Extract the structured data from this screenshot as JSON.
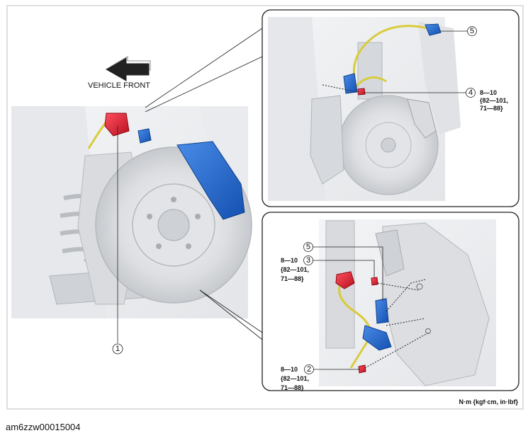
{
  "labels": {
    "vehicle_front": "VEHICLE FRONT",
    "units": "N·m {kgf·cm, in·lbf}",
    "caption": "am6zzw00015004"
  },
  "callouts": {
    "c1": "1",
    "c2": "2",
    "c3": "3",
    "c4": "4",
    "c5_top": "5",
    "c5_bottom": "5"
  },
  "torque": {
    "t4": {
      "line1": "8—10",
      "line2": "{82—101,",
      "line3": "71—88}"
    },
    "t3": {
      "line1": "8—10",
      "line2": "{82—101,",
      "line3": "71—88}"
    },
    "t2": {
      "line1": "8—10",
      "line2": "{82—101,",
      "line3": "71—88}"
    }
  },
  "colors": {
    "caliper_blue": "#1f64c8",
    "bolt_red": "#e0202e",
    "wire_yellow": "#d8cc3a",
    "part_grey": "#d7d9dc",
    "frame_bg": "#eef0f2"
  }
}
